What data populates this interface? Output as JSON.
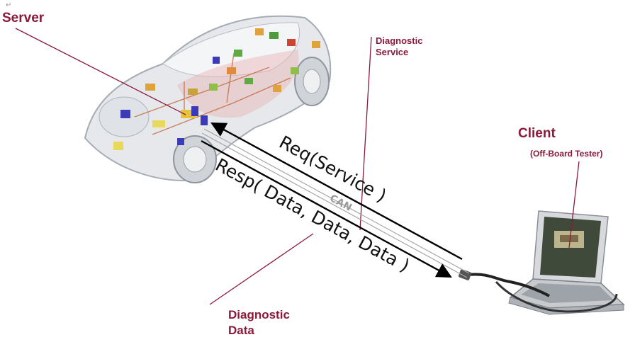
{
  "labels": {
    "server": "Server",
    "diagnostic_service": [
      "Diagnostic",
      "Service"
    ],
    "client": "Client",
    "client_sub": "(Off-Board Tester)",
    "diagnostic_data": [
      "Diagnostic",
      "Data"
    ],
    "request": "Req(Service )",
    "response": "Resp( Data, Data, Data )",
    "can": "CAN"
  },
  "colors": {
    "accent": "#8b1a3a",
    "arrow": "#000000",
    "can_line": "#9a9a9a"
  }
}
